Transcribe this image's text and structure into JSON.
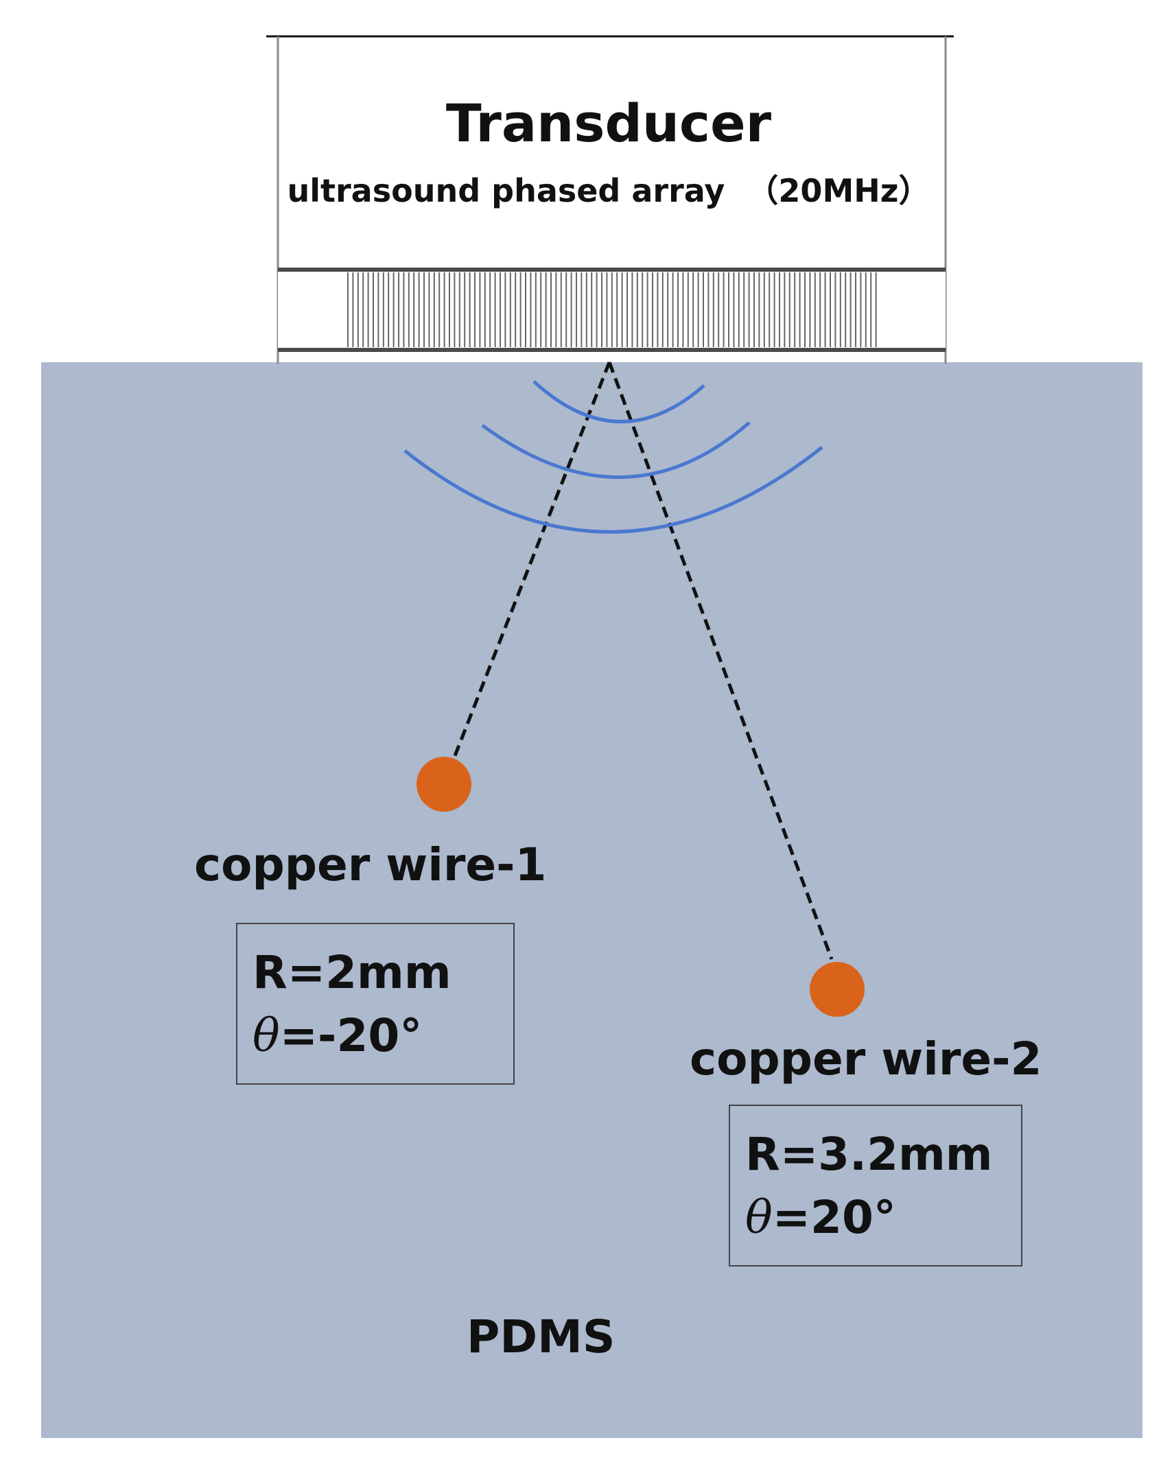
{
  "transducer": {
    "title": "Transducer",
    "subtitle": "ultrasound phased array  （20MHz）"
  },
  "medium": {
    "label": "PDMS"
  },
  "targets": [
    {
      "label": "copper wire-1",
      "r_text": "R=2mm",
      "theta_symbol": "θ",
      "theta_text": "=-20°"
    },
    {
      "label": "copper wire-2",
      "r_text": "R=3.2mm",
      "theta_symbol": "θ",
      "theta_text": "=20°"
    }
  ],
  "colors": {
    "medium_fill": "#adb9cd",
    "wave": "#4a78d0",
    "wire": "#d9631a",
    "beam_line": "#111111",
    "element_line": "#666666"
  }
}
